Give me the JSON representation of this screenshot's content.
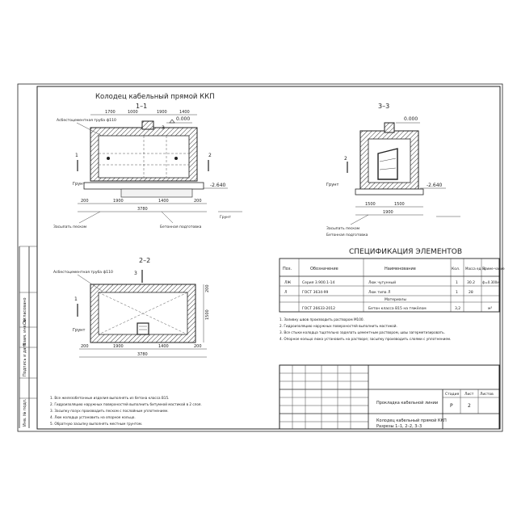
{
  "drawing": {
    "title": "Колодец кабельный прямой ККП",
    "level_top": "0.000",
    "level_bottom": "-2.640",
    "section_1_1": {
      "label": "1–1",
      "marker_a": "1",
      "marker_b": "2",
      "marker_c": "3",
      "dims_inner": [
        "1700",
        "1000",
        "1900",
        "1400"
      ],
      "dims_bottom": [
        "200",
        "1900",
        "1400",
        "200"
      ],
      "dims_total": "3780",
      "soil_note": "Грунт",
      "label_pipe": "Асбестоцементная труба ф110",
      "label_fill": "Засыпать песком",
      "label_footing": "Бетонная подготовка"
    },
    "section_3_3": {
      "label": "3–3",
      "marker_a": "2",
      "dims_inner": [
        "1500",
        "1500"
      ],
      "dims_total": "1900",
      "soil_note": "Грунт",
      "label_fill": "Засыпать песком",
      "label_footing": "Бетонная подготовка"
    },
    "section_2_2": {
      "label": "2–2",
      "marker_a": "1",
      "marker_b": "3",
      "dims_bottom": [
        "200",
        "1900",
        "1400",
        "200"
      ],
      "dims_total": "3780",
      "dims_side": [
        "1500",
        "200"
      ],
      "soil_note": "Грунт",
      "label_pipe": "Асбестоцементная труба ф110"
    },
    "notes": [
      "1. Все железобетонные изделия выполнять из бетона класса В15.",
      "2. Гидроизоляцию наружных поверхностей выполнить битумной мастикой в 2 слоя.",
      "3. Засыпку пазух производить песком с послойным уплотнением.",
      "4. Люк колодца установить на опорное кольцо.",
      "5. Обратную засыпку выполнять местным грунтом."
    ]
  },
  "specification": {
    "title": "СПЕЦИФИКАЦИЯ ЭЛЕМЕНТОВ",
    "headers": [
      "Поз.",
      "Обозначение",
      "Наименование",
      "Кол.",
      "Масса ед. кг",
      "Приме-чание"
    ],
    "rows": [
      [
        "ЛЖ",
        "Серия 3.900.1-14",
        "Люк чугунный",
        "1",
        "30.2",
        "ф=0.300м"
      ],
      [
        "Л",
        "ГОСТ 3634-99",
        "Люк типа Л",
        "1",
        "28",
        ""
      ],
      [
        "",
        "",
        "Материалы",
        "",
        "",
        ""
      ],
      [
        "",
        "ГОСТ 26633-2012",
        "Бетон класса В15 на тяжёлом",
        "3,2",
        "",
        "м³"
      ]
    ],
    "notes": [
      "1. Заливку швов производить раствором М100.",
      "2. Гидроизоляцию наружных поверхностей выполнить мастикой.",
      "3. Все стыки колодца тщательно заделать цементным раствором, швы загерметизировать.",
      "4. Опорное кольцо люка установить на растворе; засыпку производить слоями с уплотнением."
    ]
  },
  "title_block": {
    "object_name": "Прокладка кабельной линии",
    "drawing_name": "Колодец кабельный прямой ККП",
    "sheet_content": "Разрезы 1–1, 2–2, 3–3",
    "stage_label": "Стадия",
    "sheet_label": "Лист",
    "sheets_label": "Листов",
    "stage_value": "Р",
    "sheet_value": "2",
    "sheets_value": ""
  },
  "left_strip": {
    "labels": [
      "Согласовано",
      "Взам. инв. №",
      "Подпись и дата",
      "Инв. № подл."
    ]
  }
}
